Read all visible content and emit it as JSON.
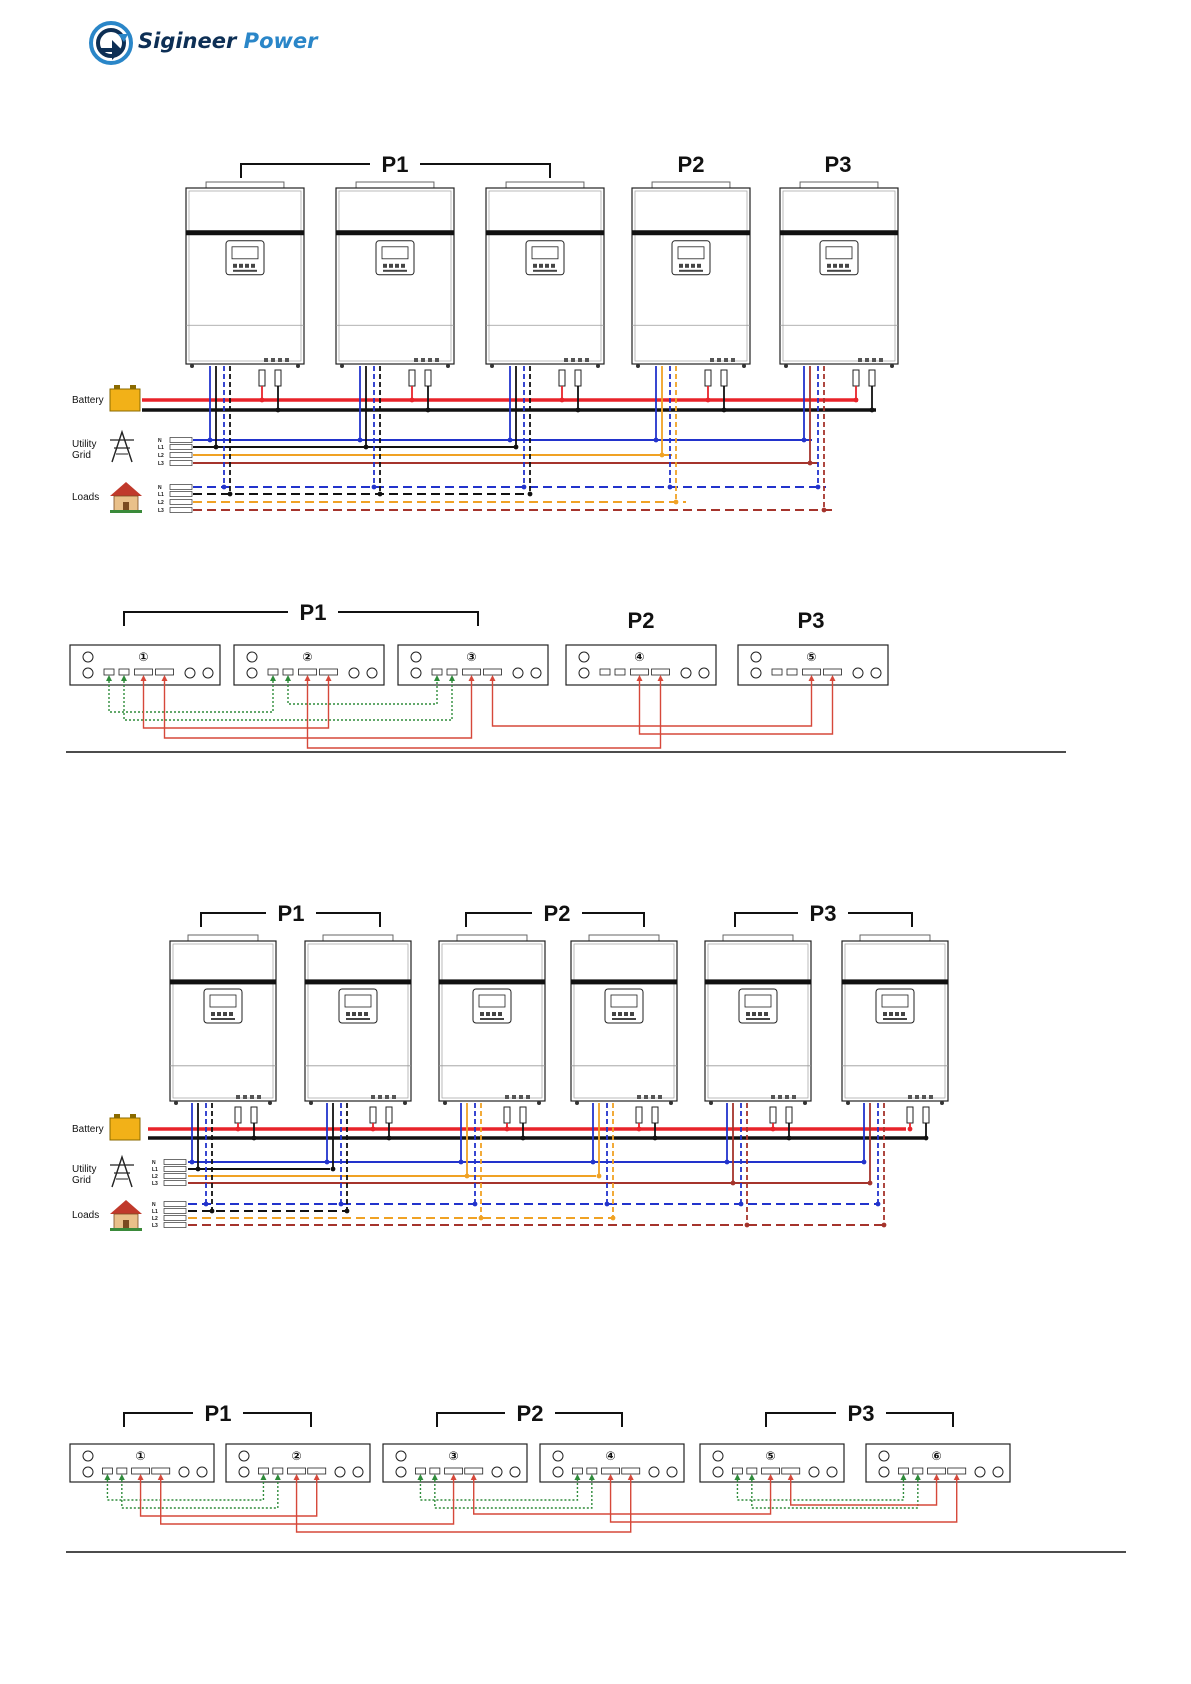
{
  "header": {
    "brand_name": "Sigineer Power",
    "brand_word1": "Sigineer",
    "brand_word2": "Power",
    "logo_icon": "sigineer-logo-icon"
  },
  "colors": {
    "battery_pos": "#e8232a",
    "neutral": "#2233cc",
    "line1": "#111111",
    "line2": "#f0a224",
    "line3": "#a5342c",
    "comm_green": "#2e8b3a",
    "comm_red": "#d6483a",
    "brand_blue": "#2a86c8"
  },
  "labels": {
    "battery": "Battery",
    "utility1": "Utility",
    "utility2": "Grid",
    "loads": "Loads",
    "n": "N",
    "l1": "L1",
    "l2": "L2",
    "l3": "L3"
  },
  "diagram1": {
    "phases": [
      {
        "label": "P1"
      },
      {
        "label": "P2"
      },
      {
        "label": "P3"
      }
    ],
    "units": [
      {
        "number": "①"
      },
      {
        "number": "②"
      },
      {
        "number": "③"
      },
      {
        "number": "④"
      },
      {
        "number": "⑤"
      }
    ]
  },
  "diagram2": {
    "phases": [
      {
        "label": "P1"
      },
      {
        "label": "P2"
      },
      {
        "label": "P3"
      }
    ],
    "units": [
      {
        "number": "①"
      },
      {
        "number": "②"
      },
      {
        "number": "③"
      },
      {
        "number": "④"
      },
      {
        "number": "⑤"
      },
      {
        "number": "⑥"
      }
    ]
  }
}
